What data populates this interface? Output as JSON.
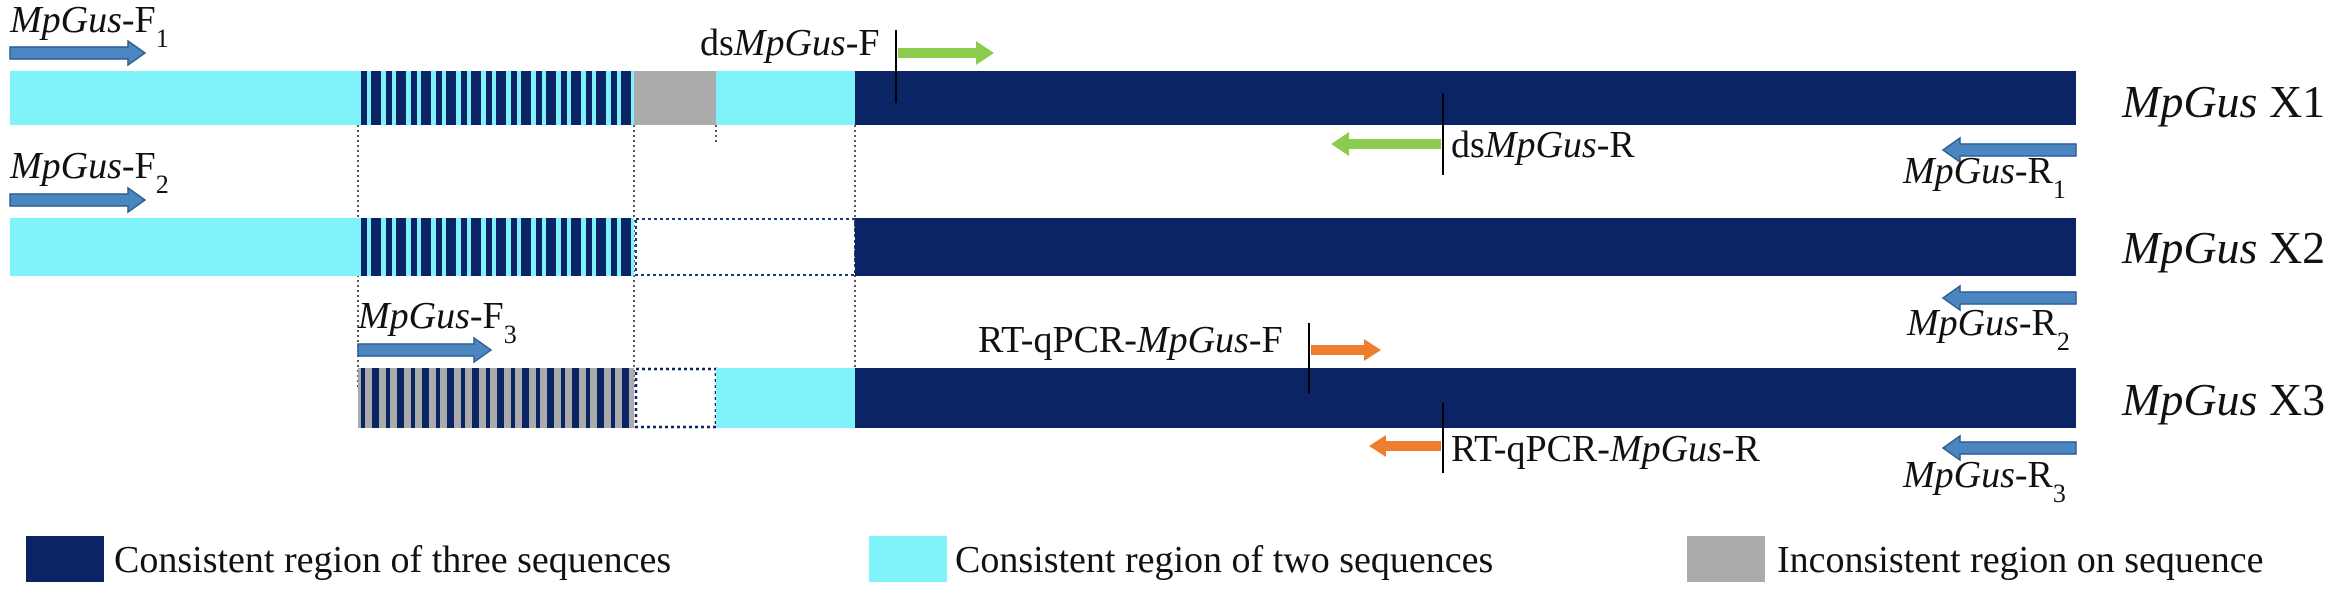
{
  "colors": {
    "dark": "#0b2466",
    "light": "#80f2fa",
    "gray": "#ababab",
    "blue_arrow": "#4a86c0",
    "blue_arrow_edge": "#2f5f93",
    "green_arrow": "#8bcc4d",
    "orange_arrow": "#ee7d2d"
  },
  "sequences": [
    {
      "name_italic": "MpGus",
      "name_suffix": " X1"
    },
    {
      "name_italic": "MpGus",
      "name_suffix": " X2"
    },
    {
      "name_italic": "MpGus",
      "name_suffix": " X3"
    }
  ],
  "primers": {
    "f1": {
      "italic": "MpGus",
      "rest": "-F",
      "sub": "1"
    },
    "f2": {
      "italic": "MpGus",
      "rest": "-F",
      "sub": "2"
    },
    "f3": {
      "italic": "MpGus",
      "rest": "-F",
      "sub": "3"
    },
    "r1": {
      "italic": "MpGus",
      "rest": "-R",
      "sub": "1"
    },
    "r2": {
      "italic": "MpGus",
      "rest": "-R",
      "sub": "2"
    },
    "r3": {
      "italic": "MpGus",
      "rest": "-R",
      "sub": "3"
    },
    "ds_f": {
      "pre": "ds",
      "italic": "MpGus",
      "rest": "-F"
    },
    "ds_r": {
      "pre": "ds",
      "italic": "MpGus",
      "rest": "-R"
    },
    "rt_f": {
      "pre": "RT-qPCR-",
      "italic": "MpGus",
      "rest": "-F"
    },
    "rt_r": {
      "pre": "RT-qPCR-",
      "italic": "MpGus",
      "rest": "-R"
    }
  },
  "legend": {
    "dark": "Consistent region of three sequences",
    "light": "Consistent region of two sequences",
    "gray": "Inconsistent region on sequence"
  }
}
